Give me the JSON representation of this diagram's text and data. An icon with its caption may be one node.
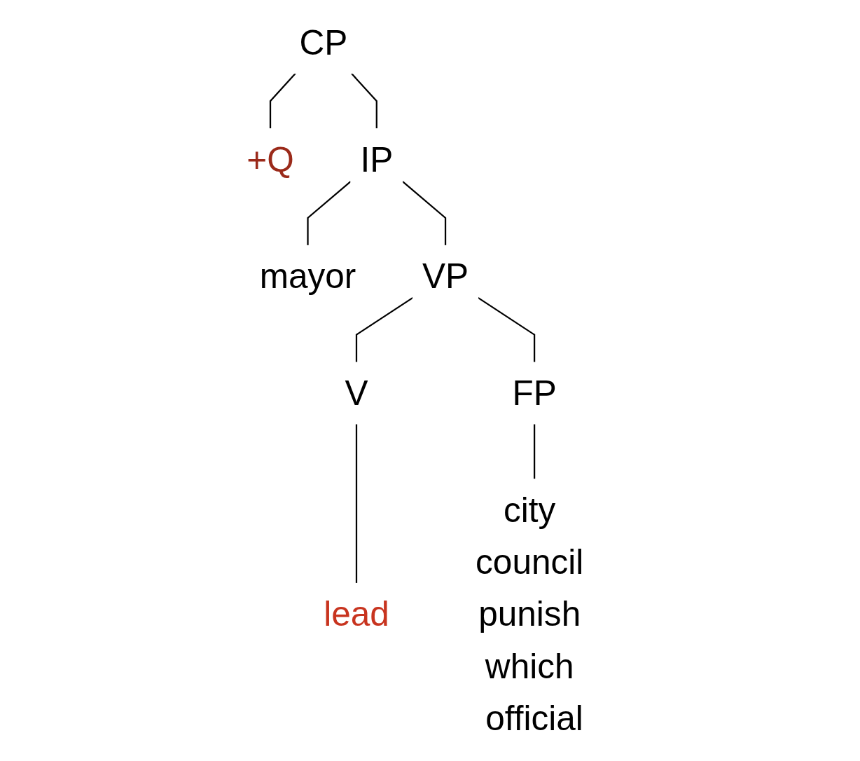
{
  "diagram": {
    "nodes": [
      {
        "text": [
          "CP"
        ]
      },
      {
        "text": [
          "+Q"
        ]
      },
      {
        "text": [
          "IP"
        ]
      },
      {
        "text": [
          "mayor"
        ]
      },
      {
        "text": [
          "VP"
        ]
      },
      {
        "text": [
          "V"
        ]
      },
      {
        "text": [
          "FP"
        ]
      },
      {
        "text": [
          "lead"
        ]
      },
      {
        "text": [
          "city council punish which official"
        ]
      }
    ],
    "edges": [
      {
        "from": 0,
        "to": 1,
        "arrow": "none"
      },
      {
        "from": 0,
        "to": 2,
        "arrow": "none"
      },
      {
        "from": 2,
        "to": 3,
        "arrow": "none"
      },
      {
        "from": 2,
        "to": 4,
        "arrow": "none"
      },
      {
        "from": 4,
        "to": 5,
        "arrow": "none"
      },
      {
        "from": 4,
        "to": 6,
        "arrow": "none"
      },
      {
        "from": 5,
        "to": 7,
        "arrow": "none"
      },
      {
        "from": 6,
        "to": 8,
        "arrow": "none"
      }
    ]
  }
}
